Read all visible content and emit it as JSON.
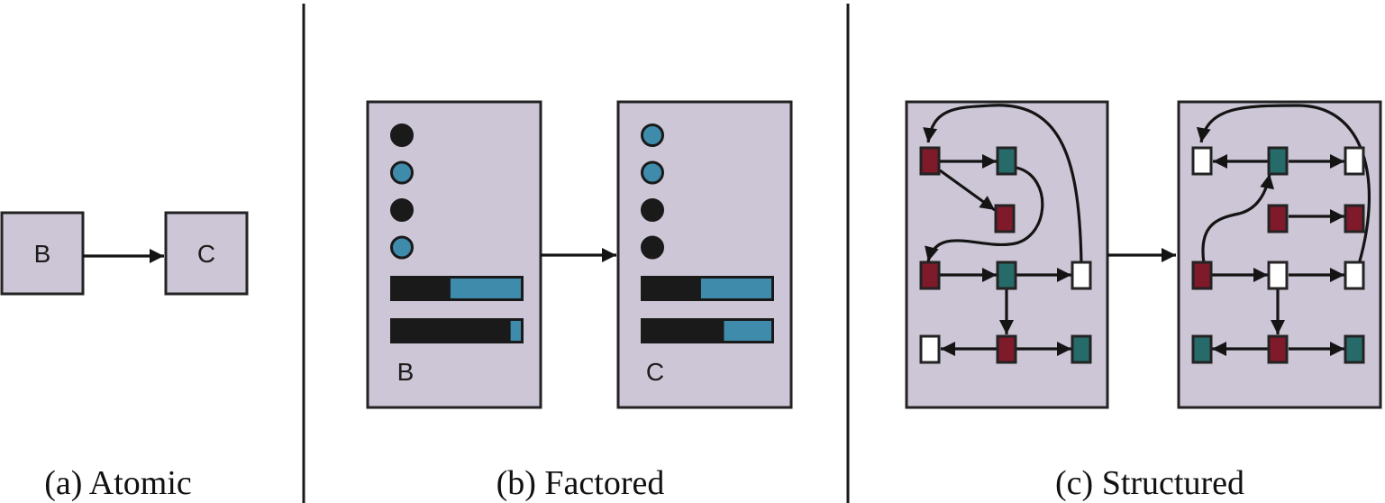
{
  "colors": {
    "box_fill": "#cdc6d6",
    "outline": "#232323",
    "black": "#1a1a1a",
    "blue": "#3f8bab",
    "red": "#7e1a2a",
    "teal": "#266b6a",
    "white": "#ffffff"
  },
  "atomic": {
    "caption": "(a) Atomic",
    "state_b": "B",
    "state_c": "C"
  },
  "factored": {
    "caption": "(b) Factored",
    "state_b": {
      "label": "B",
      "boolean_vars": [
        "black",
        "blue",
        "black",
        "blue"
      ],
      "bar_vars": [
        0.45,
        0.92
      ]
    },
    "state_c": {
      "label": "C",
      "boolean_vars": [
        "blue",
        "blue",
        "black",
        "black"
      ],
      "bar_vars": [
        0.45,
        0.63
      ]
    }
  },
  "structured": {
    "caption": "(c) Structured"
  }
}
